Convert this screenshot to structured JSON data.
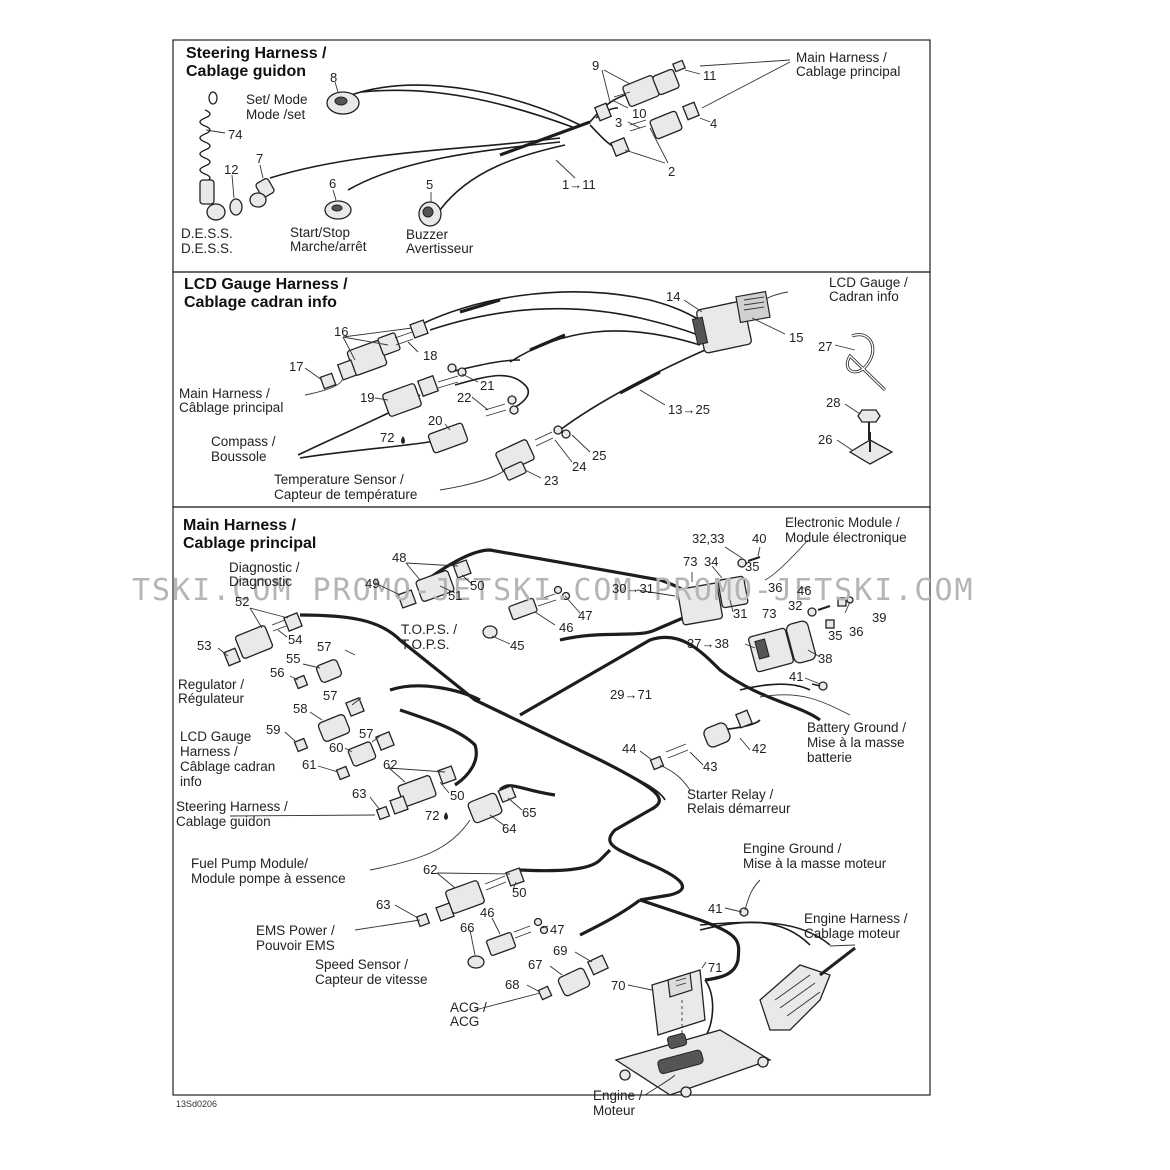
{
  "panels": {
    "steering": {
      "title_line1": "Steering Harness /",
      "title_line2": "Cablage guidon",
      "labels": {
        "main_harness_1": "Main Harness   /",
        "main_harness_2": "Cablage principal",
        "set_mode_1": "Set/ Mode",
        "set_mode_2": "Mode /set",
        "dess_1": "D.E.S.S.",
        "dess_2": "D.E.S.S.",
        "start_stop_1": "Start/Stop",
        "start_stop_2": "Marche/arrêt",
        "buzzer_1": "Buzzer",
        "buzzer_2": "Avertisseur"
      },
      "numbers": [
        "8",
        "9",
        "11",
        "10",
        "3",
        "4",
        "2",
        "74",
        "7",
        "12",
        "6",
        "5",
        "1→11"
      ]
    },
    "lcd": {
      "title_line1": "LCD Gauge Harness /",
      "title_line2": "Cablage cadran info",
      "labels": {
        "lcd_gauge_1": "LCD Gauge /",
        "lcd_gauge_2": "Cadran info",
        "main_harness_1": "Main Harness /",
        "main_harness_2": "Câblage principal",
        "compass_1": "Compass /",
        "compass_2": "Boussole",
        "temp_1": "Temperature Sensor /",
        "temp_2": "Capteur de température"
      },
      "numbers": [
        "14",
        "15",
        "27",
        "16",
        "18",
        "17",
        "21",
        "19",
        "22",
        "28",
        "20",
        "72",
        "13→25",
        "26",
        "25",
        "24",
        "23"
      ]
    },
    "main": {
      "title_line1": "Main Harness /",
      "title_line2": "Cablage principal",
      "labels": {
        "electronic_module_1": "Electronic Module /",
        "electronic_module_2": "Module électronique",
        "diagnostic_1": "Diagnostic /",
        "diagnostic_2": "Diagnostic",
        "tops_1": "T.O.P.S. /",
        "tops_2": "T.O.P.S.",
        "regulator_1": "Regulator /",
        "regulator_2": "Régulateur",
        "lcd_1": "LCD Gauge",
        "lcd_2": "Harness /",
        "lcd_3": "Câblage cadran",
        "lcd_4": "info",
        "battery_1": "Battery Ground /",
        "battery_2": "Mise à la masse",
        "battery_3": "batterie",
        "starter_1": "Starter Relay /",
        "starter_2": "Relais démarreur",
        "steering_1": "Steering Harness /",
        "steering_2": "Cablage guidon",
        "fuel_1": "Fuel Pump Module/",
        "fuel_2": "Module pompe à essence",
        "engine_ground_1": "Engine Ground /",
        "engine_ground_2": "Mise à la masse moteur",
        "engine_harness_1": "Engine Harness /",
        "engine_harness_2": "Cablage moteur",
        "ems_1": "EMS Power /",
        "ems_2": "Pouvoir EMS",
        "speed_1": "Speed Sensor /",
        "speed_2": "Capteur de vitesse",
        "acg_1": "ACG /",
        "acg_2": "ACG",
        "engine_1": "Engine /",
        "engine_2": "Moteur"
      },
      "numbers": [
        "32,33",
        "40",
        "73",
        "34",
        "48",
        "35",
        "36",
        "49",
        "51",
        "50",
        "30→31",
        "31",
        "46",
        "39",
        "52",
        "47",
        "32",
        "35",
        "36",
        "54",
        "46",
        "45",
        "37→38",
        "73",
        "53",
        "57",
        "55",
        "38",
        "56",
        "41",
        "29→71",
        "57",
        "58",
        "57",
        "59",
        "60",
        "42",
        "44",
        "43",
        "61",
        "62",
        "50",
        "63",
        "65",
        "64",
        "72",
        "62",
        "50",
        "41",
        "63",
        "46",
        "47",
        "66",
        "69",
        "67",
        "71",
        "68",
        "70"
      ]
    },
    "watermark": "TSKI.COM   PROMO-JETSKI.COM   PROMO-JETSKI.COM",
    "drawing_code": "13Sd0206"
  }
}
